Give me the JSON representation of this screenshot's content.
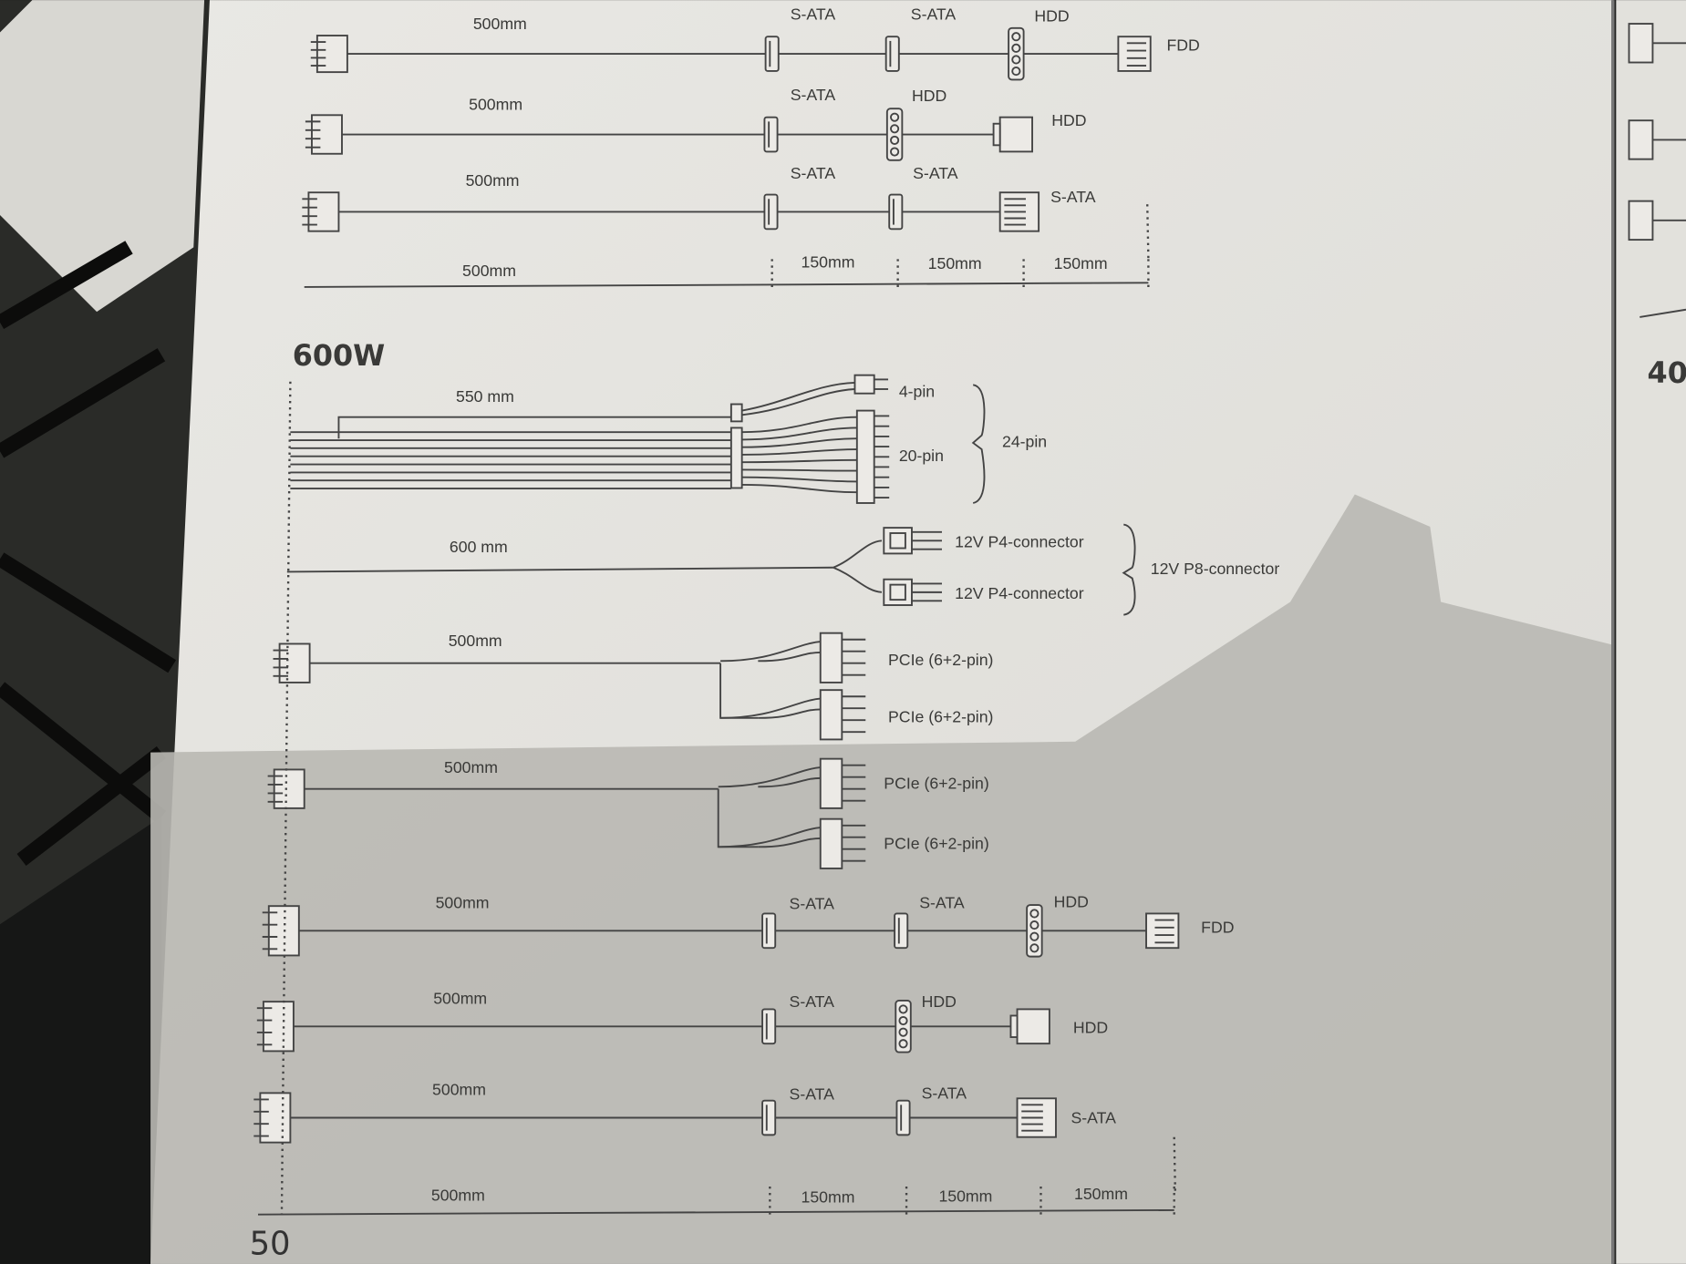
{
  "left_page": {
    "top_section": {
      "rows": [
        {
          "length": "500mm",
          "connectors": [
            "S-ATA",
            "S-ATA",
            "HDD",
            "FDD"
          ]
        },
        {
          "length": "500mm",
          "connectors": [
            "S-ATA",
            "HDD",
            "HDD"
          ]
        },
        {
          "length": "500mm",
          "connectors": [
            "S-ATA",
            "S-ATA",
            "S-ATA"
          ]
        }
      ],
      "dimensions": [
        "500mm",
        "150mm",
        "150mm",
        "150mm"
      ]
    },
    "section_600w": {
      "title": "600W",
      "atx": {
        "length": "550 mm",
        "labels": [
          "4-pin",
          "20-pin",
          "24-pin"
        ]
      },
      "eps": {
        "length": "600 mm",
        "labels": [
          "12V P4-connector",
          "12V P4-connector",
          "12V P8-connector"
        ]
      },
      "pcie_rows": [
        {
          "length": "500mm",
          "connectors": [
            "PCIe (6+2-pin)",
            "PCIe (6+2-pin)"
          ]
        },
        {
          "length": "500mm",
          "connectors": [
            "PCIe (6+2-pin)",
            "PCIe (6+2-pin)"
          ]
        }
      ],
      "peripheral_rows": [
        {
          "length": "500mm",
          "connectors": [
            "S-ATA",
            "S-ATA",
            "HDD",
            "FDD"
          ]
        },
        {
          "length": "500mm",
          "connectors": [
            "S-ATA",
            "HDD",
            "HDD"
          ]
        },
        {
          "length": "500mm",
          "connectors": [
            "S-ATA",
            "S-ATA",
            "S-ATA"
          ]
        }
      ],
      "dimensions": [
        "500mm",
        "150mm",
        "150mm",
        "150mm"
      ]
    },
    "page_number": "50"
  },
  "right_page": {
    "heading_fragment": "40"
  },
  "colors": {
    "paper": "#e9e8e4",
    "shadow": "#b9b8b2",
    "ink": "#3a3a38",
    "background": "#1e1f1d"
  }
}
